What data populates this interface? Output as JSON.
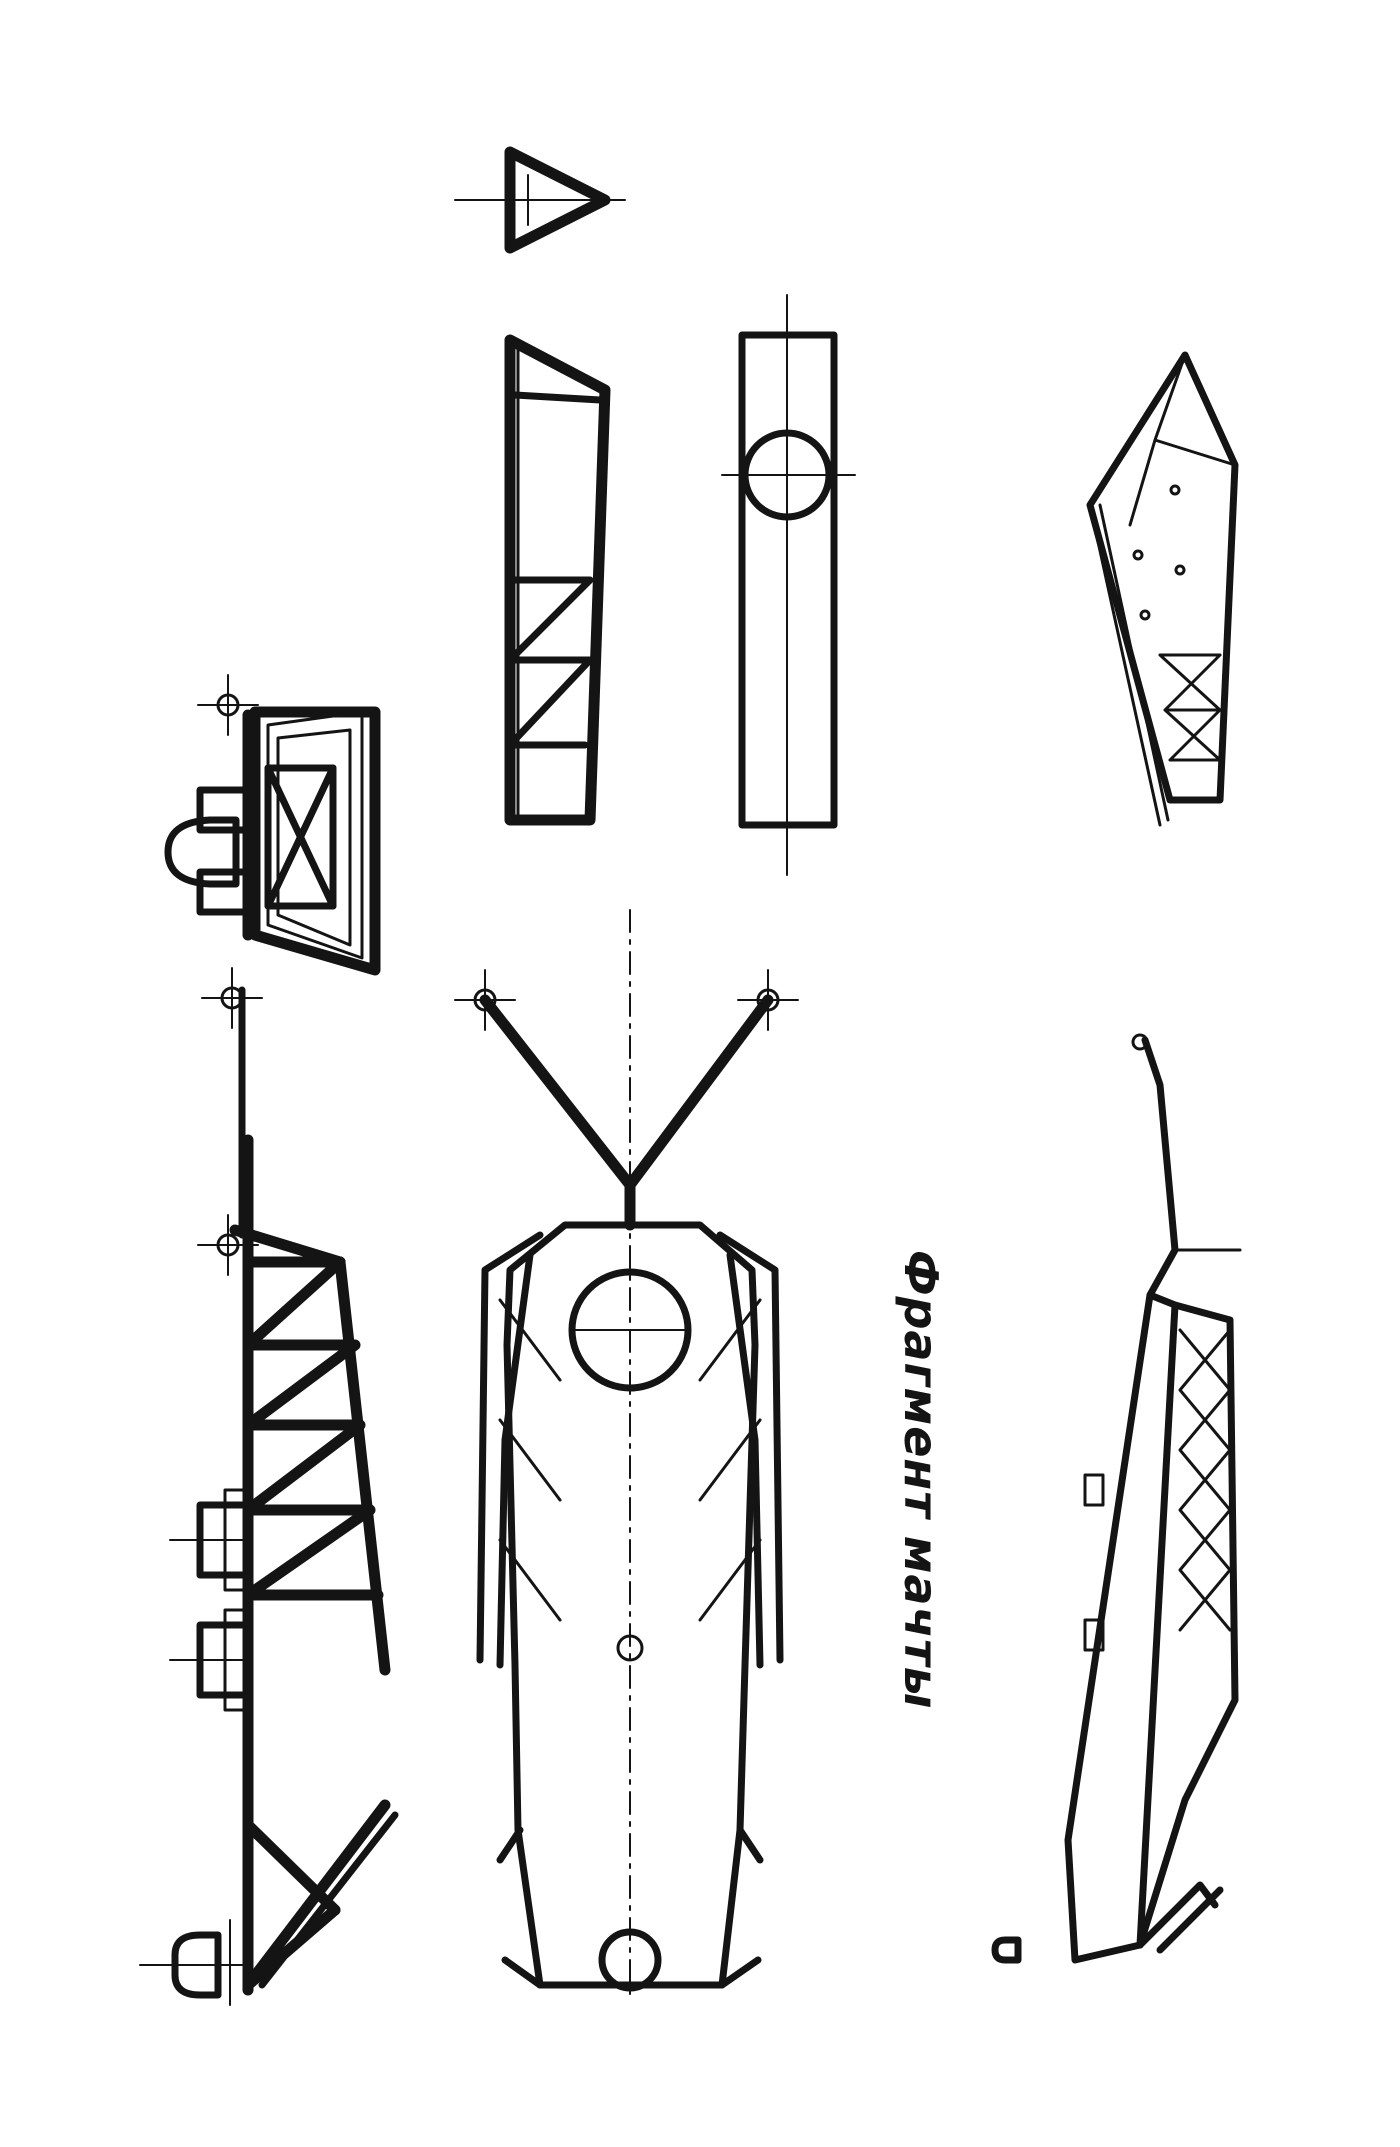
{
  "caption": "Фрагмент мачты",
  "colors": {
    "ink": "#141414",
    "paper": "#ffffff"
  },
  "views": [
    "side-elevation",
    "plan-view",
    "perspective-view",
    "end-view",
    "mast-fragment-side",
    "mast-fragment-plan",
    "mast-fragment-section",
    "mast-fragment-perspective"
  ]
}
